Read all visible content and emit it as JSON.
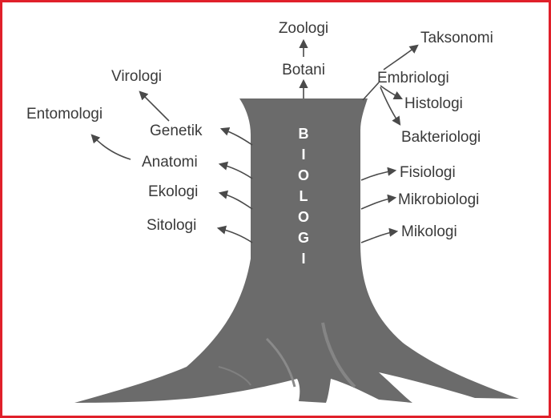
{
  "trunk_word": [
    "B",
    "I",
    "O",
    "L",
    "O",
    "G",
    "I"
  ],
  "branches": {
    "zoologi": "Zoologi",
    "botani": "Botani",
    "taksonomi": "Taksonomi",
    "embriologi": "Embriologi",
    "histologi": "Histologi",
    "bakteriologi": "Bakteriologi",
    "virologi": "Virologi",
    "entomologi": "Entomologi",
    "genetik": "Genetik",
    "anatomi": "Anatomi",
    "ekologi": "Ekologi",
    "sitologi": "Sitologi",
    "fisiologi": "Fisiologi",
    "mikrobiologi": "Mikrobiologi",
    "mikologi": "Mikologi"
  },
  "colors": {
    "frame": "#e0202a",
    "trunk": "#6b6b6b",
    "text": "#3a3a3a"
  }
}
